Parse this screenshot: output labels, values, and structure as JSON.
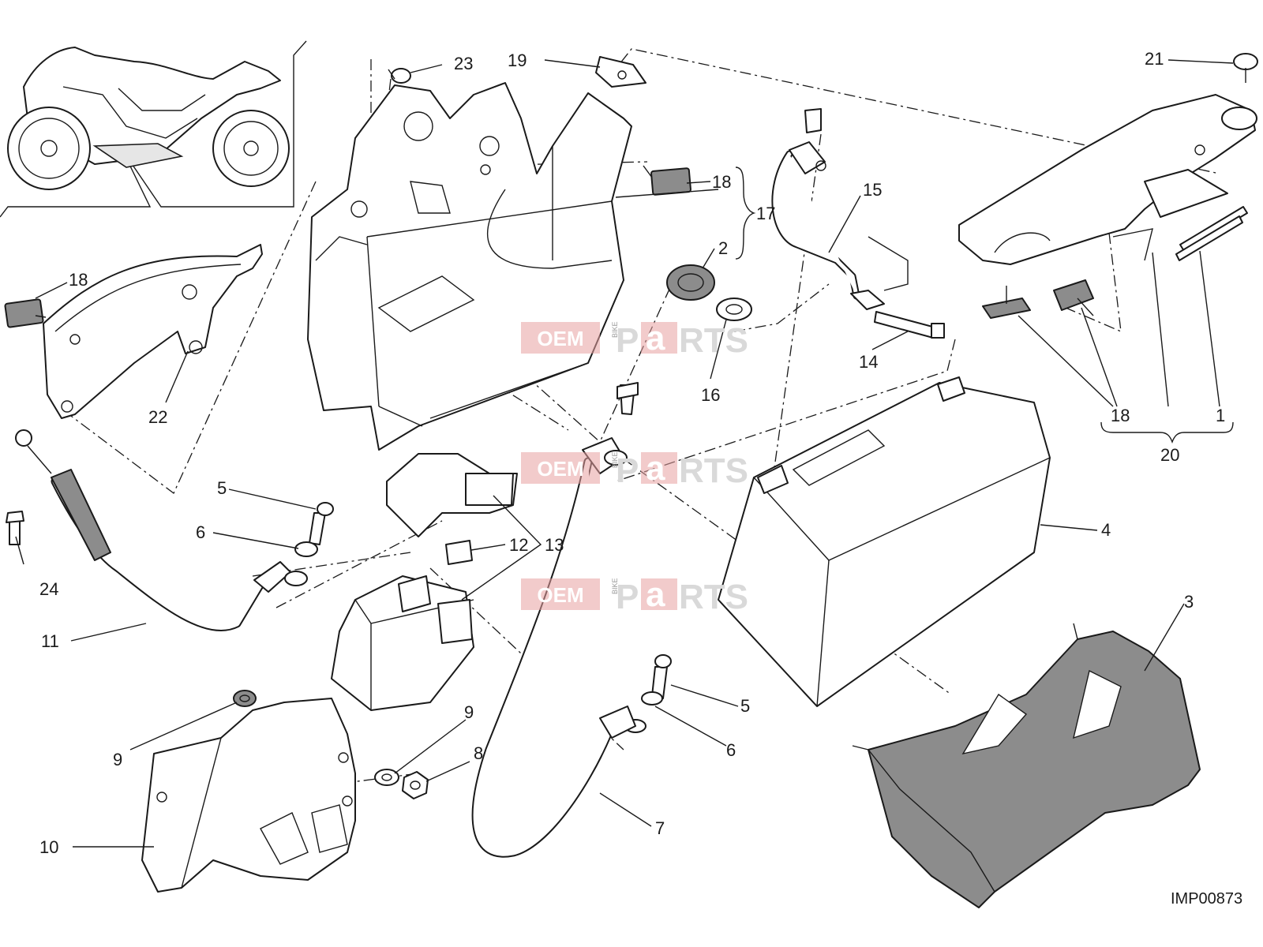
{
  "diagram": {
    "image_code": "IMP00873",
    "watermark": {
      "oem": "OEM",
      "bike": "BIKE",
      "p": "P",
      "a": "a",
      "rts": "RTS"
    },
    "colors": {
      "line": "#1a1a1a",
      "tray": "#8c8c8c",
      "watermark_red": "#e8a0a0"
    },
    "callouts": {
      "c1": "1",
      "c2": "2",
      "c3": "3",
      "c4": "4",
      "c5a": "5",
      "c5b": "5",
      "c6a": "6",
      "c6b": "6",
      "c7": "7",
      "c8": "8",
      "c9a": "9",
      "c9b": "9",
      "c10": "10",
      "c11": "11",
      "c12": "12",
      "c13": "13",
      "c14": "14",
      "c15": "15",
      "c16": "16",
      "c17": "17",
      "c18a": "18",
      "c18b": "18",
      "c18c": "18",
      "c19": "19",
      "c20": "20",
      "c21": "21",
      "c22": "22",
      "c23": "23",
      "c24": "24"
    }
  }
}
